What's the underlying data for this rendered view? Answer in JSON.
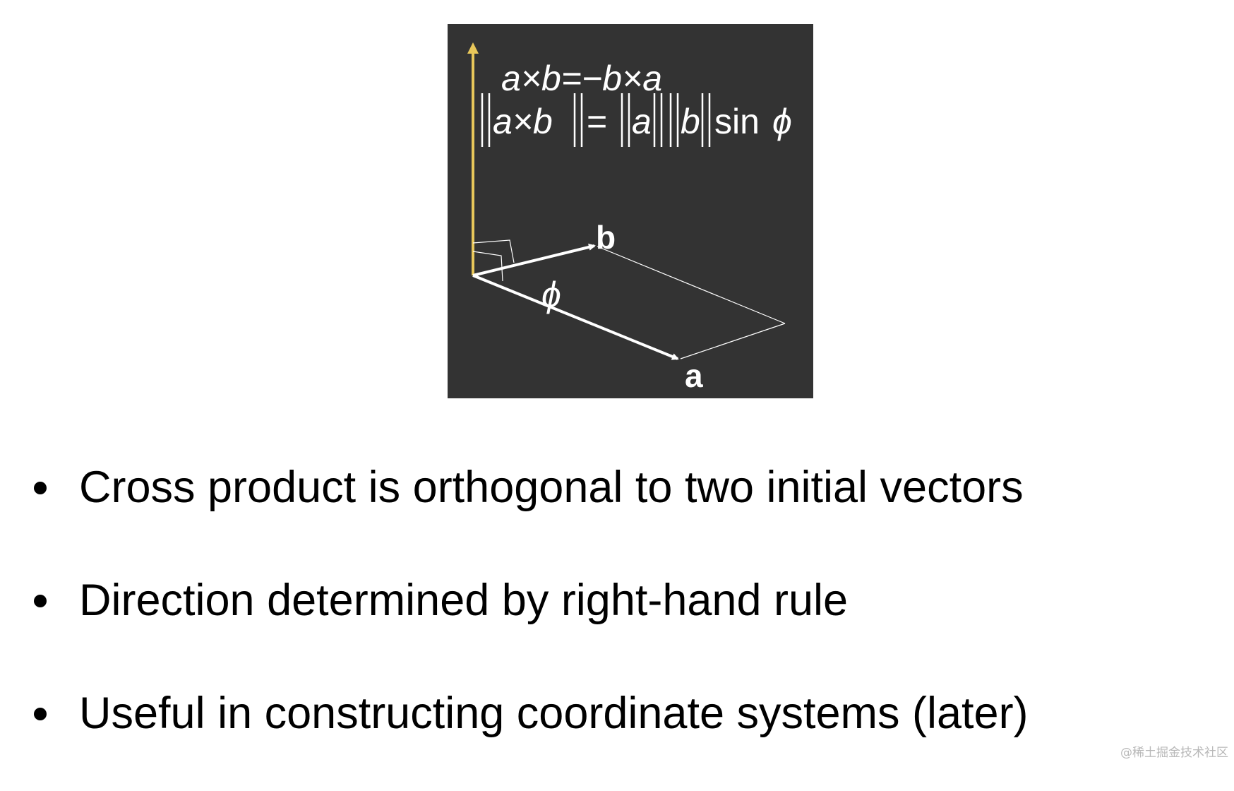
{
  "figure": {
    "equation_anticommute": "a×b=−b×a",
    "equation_magnitude": {
      "lhs": "a×b",
      "equals": "=",
      "a": "a",
      "b": "b",
      "sin": "sin",
      "phi": "ϕ"
    },
    "label_a": "a",
    "label_b": "b",
    "angle_label": "ϕ",
    "colors": {
      "background": "#333333",
      "normal_vector": "#e8c75a",
      "vectors": "#ffffff"
    }
  },
  "bullets": [
    "Cross product is orthogonal to two initial vectors",
    "Direction determined by right-hand rule",
    "Useful in constructing coordinate systems (later)"
  ],
  "watermark": "@稀土掘金技术社区"
}
